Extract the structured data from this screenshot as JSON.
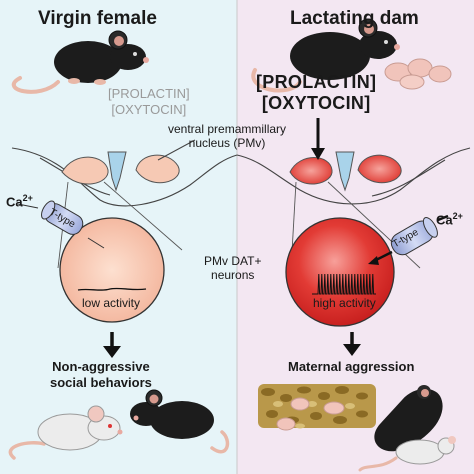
{
  "left": {
    "title": "Virgin female",
    "hormones": [
      "[PROLACTIN]",
      "[OXYTOCIN]"
    ],
    "activity": "low activity",
    "outcome": [
      "Non-aggressive",
      "social behaviors"
    ]
  },
  "right": {
    "title": "Lactating dam",
    "hormones": [
      "[PROLACTIN]",
      "[OXYTOCIN]"
    ],
    "activity": "high activity",
    "outcome": "Maternal aggression"
  },
  "center": {
    "nucleus_label": [
      "ventral premammillary",
      "nucleus (PMv)"
    ],
    "neuron_label": [
      "PMv DAT+",
      "neurons"
    ]
  },
  "channel": {
    "label": "T-type",
    "ion": "Ca",
    "ion_charge": "2+"
  },
  "colors": {
    "left_bg": "#e6f4f8",
    "right_bg": "#f3e7f2",
    "low_neuron": "#f6c9b4",
    "high_neuron": "#e0302e",
    "channel": "#b9c6ea"
  }
}
